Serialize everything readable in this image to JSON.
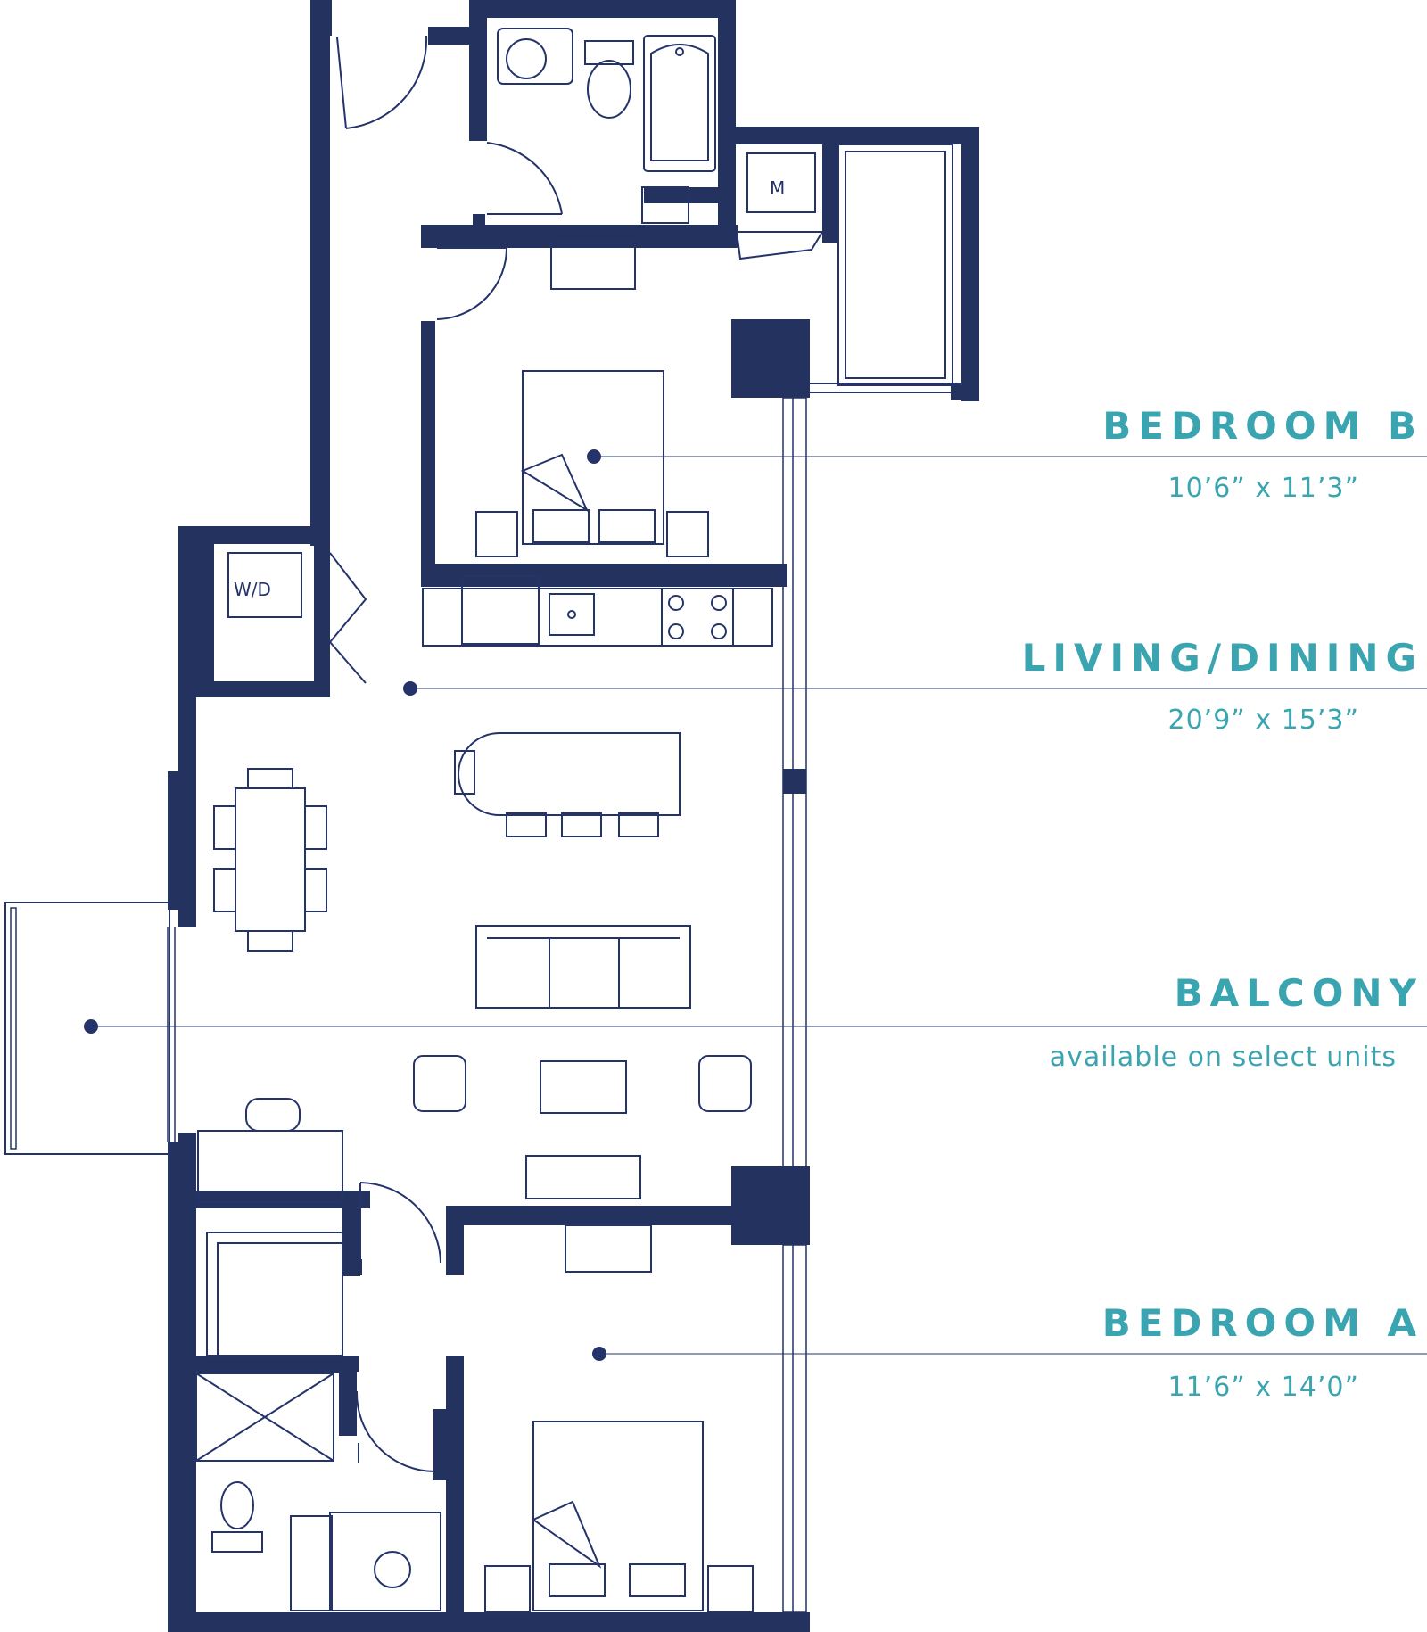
{
  "colors": {
    "wall": "#243260",
    "line": "#24336a",
    "accent": "#3aa5b1"
  },
  "fixtures": {
    "washer_dryer": "W/D",
    "mechanical": "M"
  },
  "rooms": [
    {
      "name": "BEDROOM B",
      "dimensions": "10’6” x 11’3”"
    },
    {
      "name": "LIVING/DINING",
      "dimensions": "20’9” x 15’3”"
    },
    {
      "name": "BALCONY",
      "dimensions": "available on select units"
    },
    {
      "name": "BEDROOM A",
      "dimensions": "11’6” x 14’0”"
    }
  ]
}
